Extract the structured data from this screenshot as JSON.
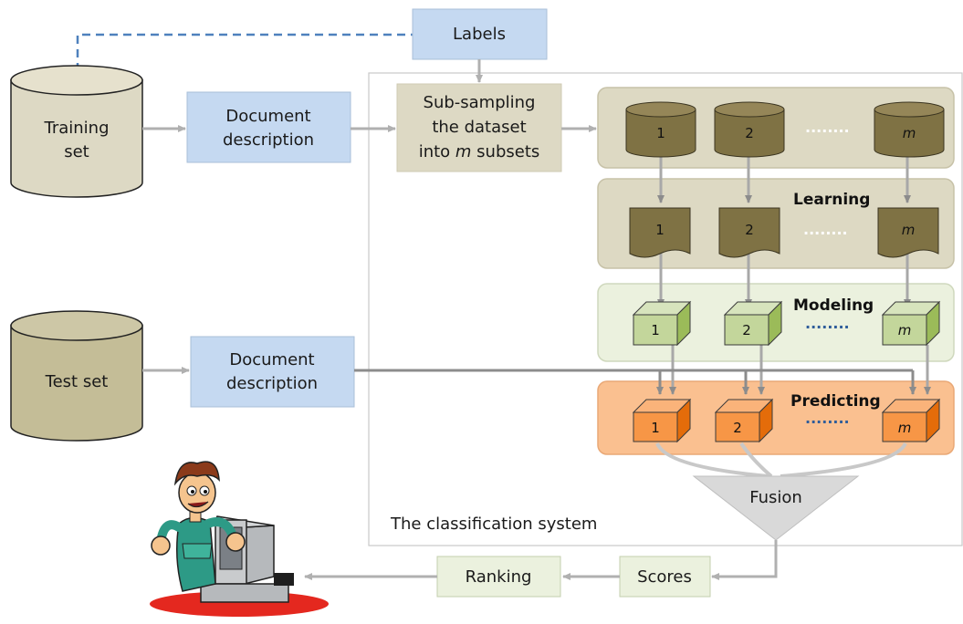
{
  "diagram": {
    "labels_box": "Labels",
    "training_set": [
      "Training",
      "set"
    ],
    "test_set": "Test set",
    "doc_desc_top": [
      "Document",
      "description"
    ],
    "doc_desc_bottom": [
      "Document",
      "description"
    ],
    "subsampling": [
      "Sub-sampling",
      "the dataset",
      "into ",
      "m",
      " subsets"
    ],
    "stages": {
      "learning": "Learning",
      "modeling": "Modeling",
      "predicting": "Predicting"
    },
    "subset_labels": [
      "1",
      "2",
      "m"
    ],
    "dots": "........",
    "fusion": "Fusion",
    "system_caption": "The classification system",
    "scores": "Scores",
    "ranking": "Ranking",
    "colors": {
      "blue_box": "#c5d9f1",
      "beige_box": "#ddd9c4",
      "dataset_cyl": "#d8d2b2",
      "testset_cyl": "#c4bd97",
      "olive": "#7f7244",
      "stage_panel": "#ddd9c3",
      "model_panel": "#ebf1de",
      "model_cube": "#c3d69b",
      "predict_panel": "#fac090",
      "predict_cube": "#f79646",
      "green_box": "#ebf1de",
      "dashed_link": "#4f81bd"
    }
  }
}
